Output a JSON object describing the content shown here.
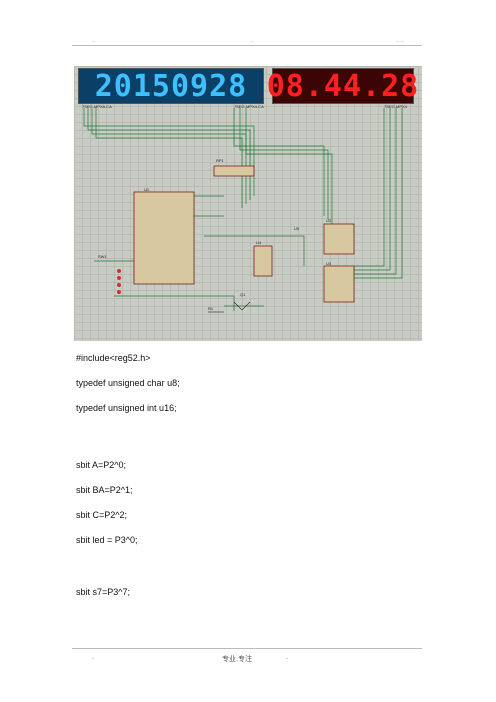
{
  "header": {
    "left": "..",
    "center": "..",
    "right": ".. .."
  },
  "schematic": {
    "left_display": "20150928",
    "right_display": "08.44.28",
    "labels": {
      "lcd_left": "7SEG-MPX8-CA",
      "lcd_right_a": "7SEG-MPX4-CA",
      "lcd_right_b": "7SEG-MPX4",
      "ic_mcu": "U1",
      "ic_rp": "RP1",
      "ic_u2": "U2",
      "ic_u3": "U3",
      "ic_u4": "U4",
      "ic_u5": "U5",
      "ic_q": "Q1",
      "ic_r": "R1",
      "ic_sw": "SW1"
    },
    "colors": {
      "blue_display": "#3dc0ff",
      "red_display": "#ff2020",
      "wire": "#1f7a3a"
    }
  },
  "code_lines": [
    "#include<reg52.h>",
    "typedef unsigned char u8;",
    "typedef unsigned int u16;",
    "",
    "sbit A=P2^0;",
    "sbit BA=P2^1;",
    "sbit C=P2^2;",
    "sbit led = P3^0;",
    "",
    "sbit s7=P3^7;"
  ],
  "footer": {
    "left": ".",
    "center": "专业.专注",
    "right": "."
  }
}
